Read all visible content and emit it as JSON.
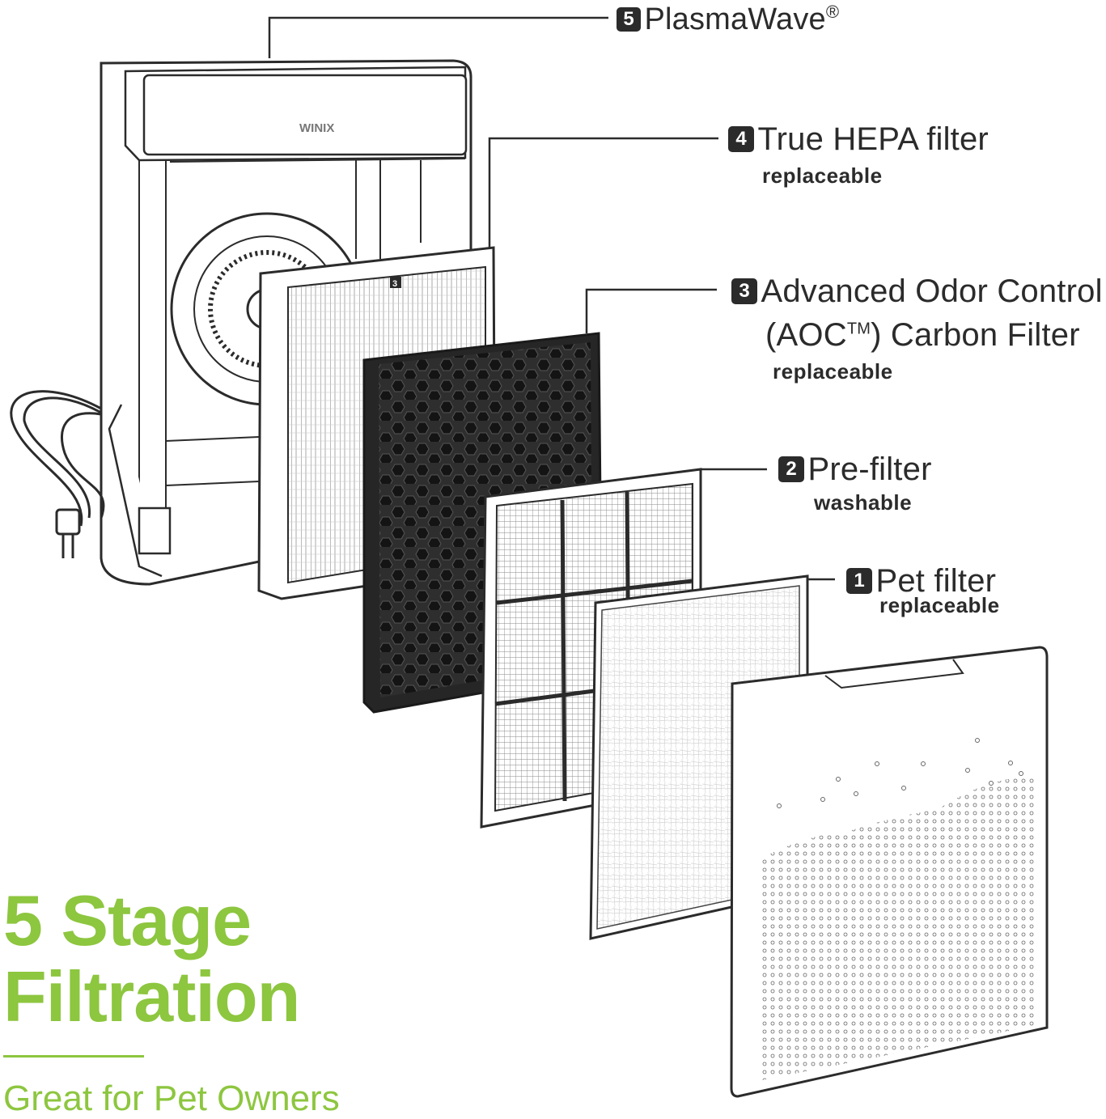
{
  "stages": [
    {
      "number": "5",
      "title": "PlasmaWave",
      "mark": "®",
      "subtitle": ""
    },
    {
      "number": "4",
      "title": "True HEPA filter",
      "subtitle": "replaceable"
    },
    {
      "number": "3",
      "title_line1": "Advanced Odor Control",
      "title_line2_a": "(AOC",
      "title_line2_tm": "TM",
      "title_line2_b": ") Carbon Filter",
      "subtitle": "replaceable"
    },
    {
      "number": "2",
      "title": "Pre-filter",
      "subtitle": "washable"
    },
    {
      "number": "1",
      "title": "Pet filter",
      "subtitle": "replaceable"
    }
  ],
  "headline_line1": "5 Stage",
  "headline_line2": "Filtration",
  "tagline": "Great for Pet Owners",
  "brand_logo": "WINIX",
  "hepa_badge_number": "3",
  "colors": {
    "accent": "#8dc63f",
    "ink": "#2b2b2b",
    "carbon": "#2e2e2e"
  },
  "icons": [
    "air-purifier-unit",
    "power-cord-plug",
    "hepa-filter-panel",
    "carbon-filter-panel",
    "pre-filter-mesh",
    "pet-filter-sheet",
    "front-cover-panel"
  ]
}
